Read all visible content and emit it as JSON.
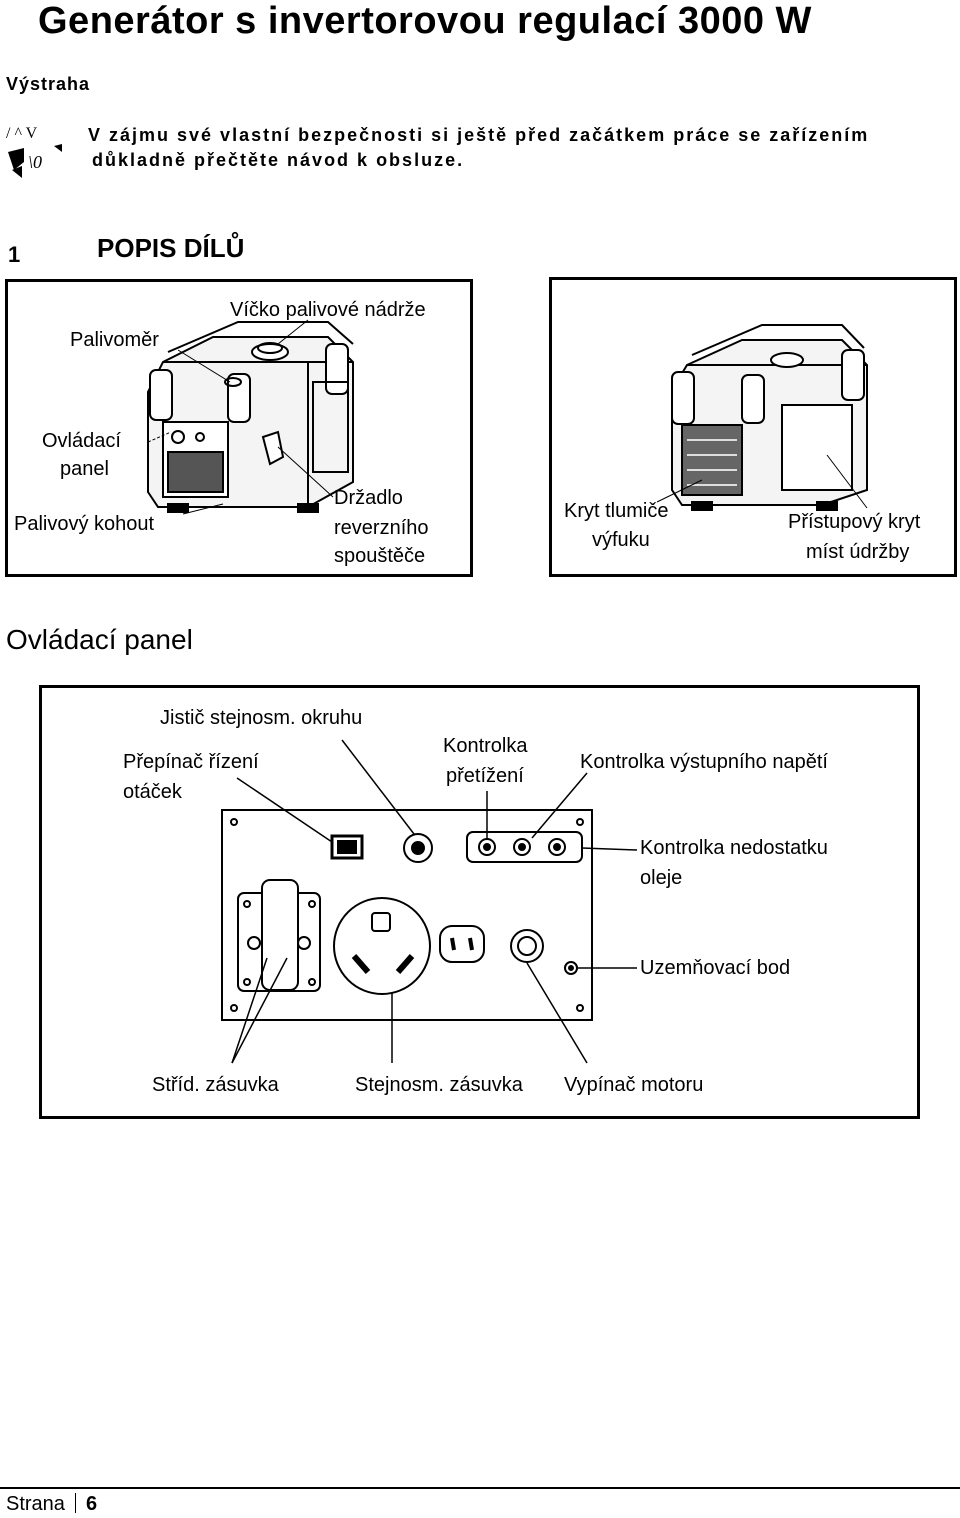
{
  "title": "Generátor s invertorovou regulací 3000 W",
  "warning": {
    "label": "Výstraha",
    "line1": "V zájmu své vlastní bezpečnosti si ještě před začátkem práce se zařízením",
    "line2": "důkladně přečtěte návod k obsluze.",
    "icon": "read-manual-icon"
  },
  "section": {
    "number": "1",
    "title": "POPIS DÍLŮ"
  },
  "figure1": {
    "labels": {
      "fuel_cap": "Víčko palivové nádrže",
      "fuel_gauge": "Palivoměr",
      "control_panel_1": "Ovládací",
      "control_panel_2": "panel",
      "fuel_valve": "Palivový kohout",
      "recoil_1": "Držadlo",
      "recoil_2": "reverzního",
      "recoil_3": "spouštěče"
    }
  },
  "figure2": {
    "labels": {
      "muffler_1": "Kryt tlumiče",
      "muffler_2": "výfuku",
      "access_1": "Přístupový kryt",
      "access_2": "míst údržby"
    }
  },
  "control_panel": {
    "heading": "Ovládací panel",
    "labels": {
      "dc_breaker": "Jistič stejnosm. okruhu",
      "speed_switch_1": "Přepínač řízení",
      "speed_switch_2": "otáček",
      "overload_1": "Kontrolka",
      "overload_2": "přetížení",
      "output_light": "Kontrolka výstupního napětí",
      "oil_light_1": "Kontrolka nedostatku",
      "oil_light_2": "oleje",
      "ground": "Uzemňovací bod",
      "ac_outlet": "Stříd. zásuvka",
      "dc_outlet": "Stejnosm. zásuvka",
      "engine_switch": "Vypínač motoru"
    }
  },
  "footer": {
    "label": "Strana",
    "page": "6"
  }
}
